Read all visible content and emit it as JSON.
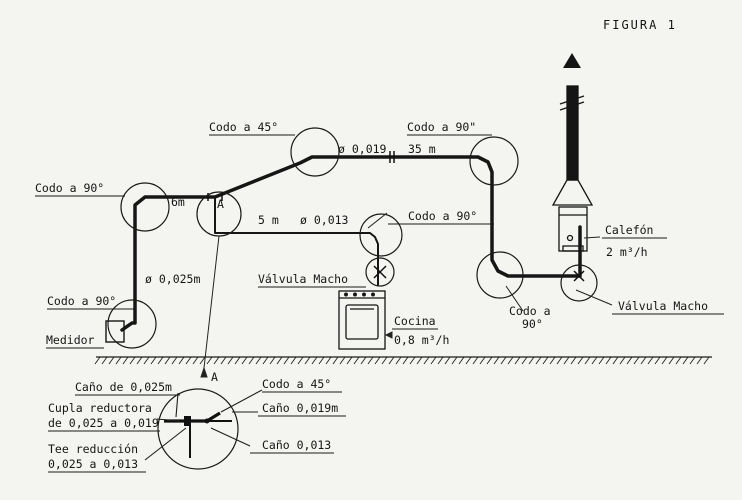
{
  "figure_title": "FIGURA 1",
  "labels": {
    "codo_90_left": "Codo a 90°",
    "codo_45_top": "Codo a 45°",
    "codo_90_top_right": "Codo a 90\"",
    "codo_90_cocina": "Codo a 90°",
    "codo_90_medidor": "Codo a 90°",
    "medidor": "Medidor",
    "valvula_macho_left": "Válvula Macho",
    "cocina": "Cocina",
    "cocina_flow": "0,8 m³/h",
    "calefon": "Calefón",
    "calefon_flow": "2 m³/h",
    "valvula_macho_right": "Válvula Macho",
    "codo_90_bottom_line1": "Codo a",
    "codo_90_bottom_line2": "90°",
    "len_6m": "6m",
    "diam_0025": "ø 0,025m",
    "len_5m": "5 m",
    "diam_0013": "ø 0,013",
    "diam_0019": "ø 0,019",
    "len_35m": "35 m",
    "node_a": "A",
    "detail_a": "A"
  },
  "detail": {
    "cano_0025": "Caño de 0,025m",
    "codo_45": "Codo a 45°",
    "cupla_line1": "Cupla reductora",
    "cupla_line2": "de 0,025 a 0,019",
    "cano_0019": "Caño 0,019m",
    "tee_line1": "Tee reducción",
    "tee_line2": "0,025 a 0,013",
    "cano_0013": "Caño 0,013"
  },
  "colors": {
    "ink": "#161616",
    "paper": "#f4f4f1"
  },
  "icons": [
    "arrow-up-icon",
    "valve-icon"
  ]
}
